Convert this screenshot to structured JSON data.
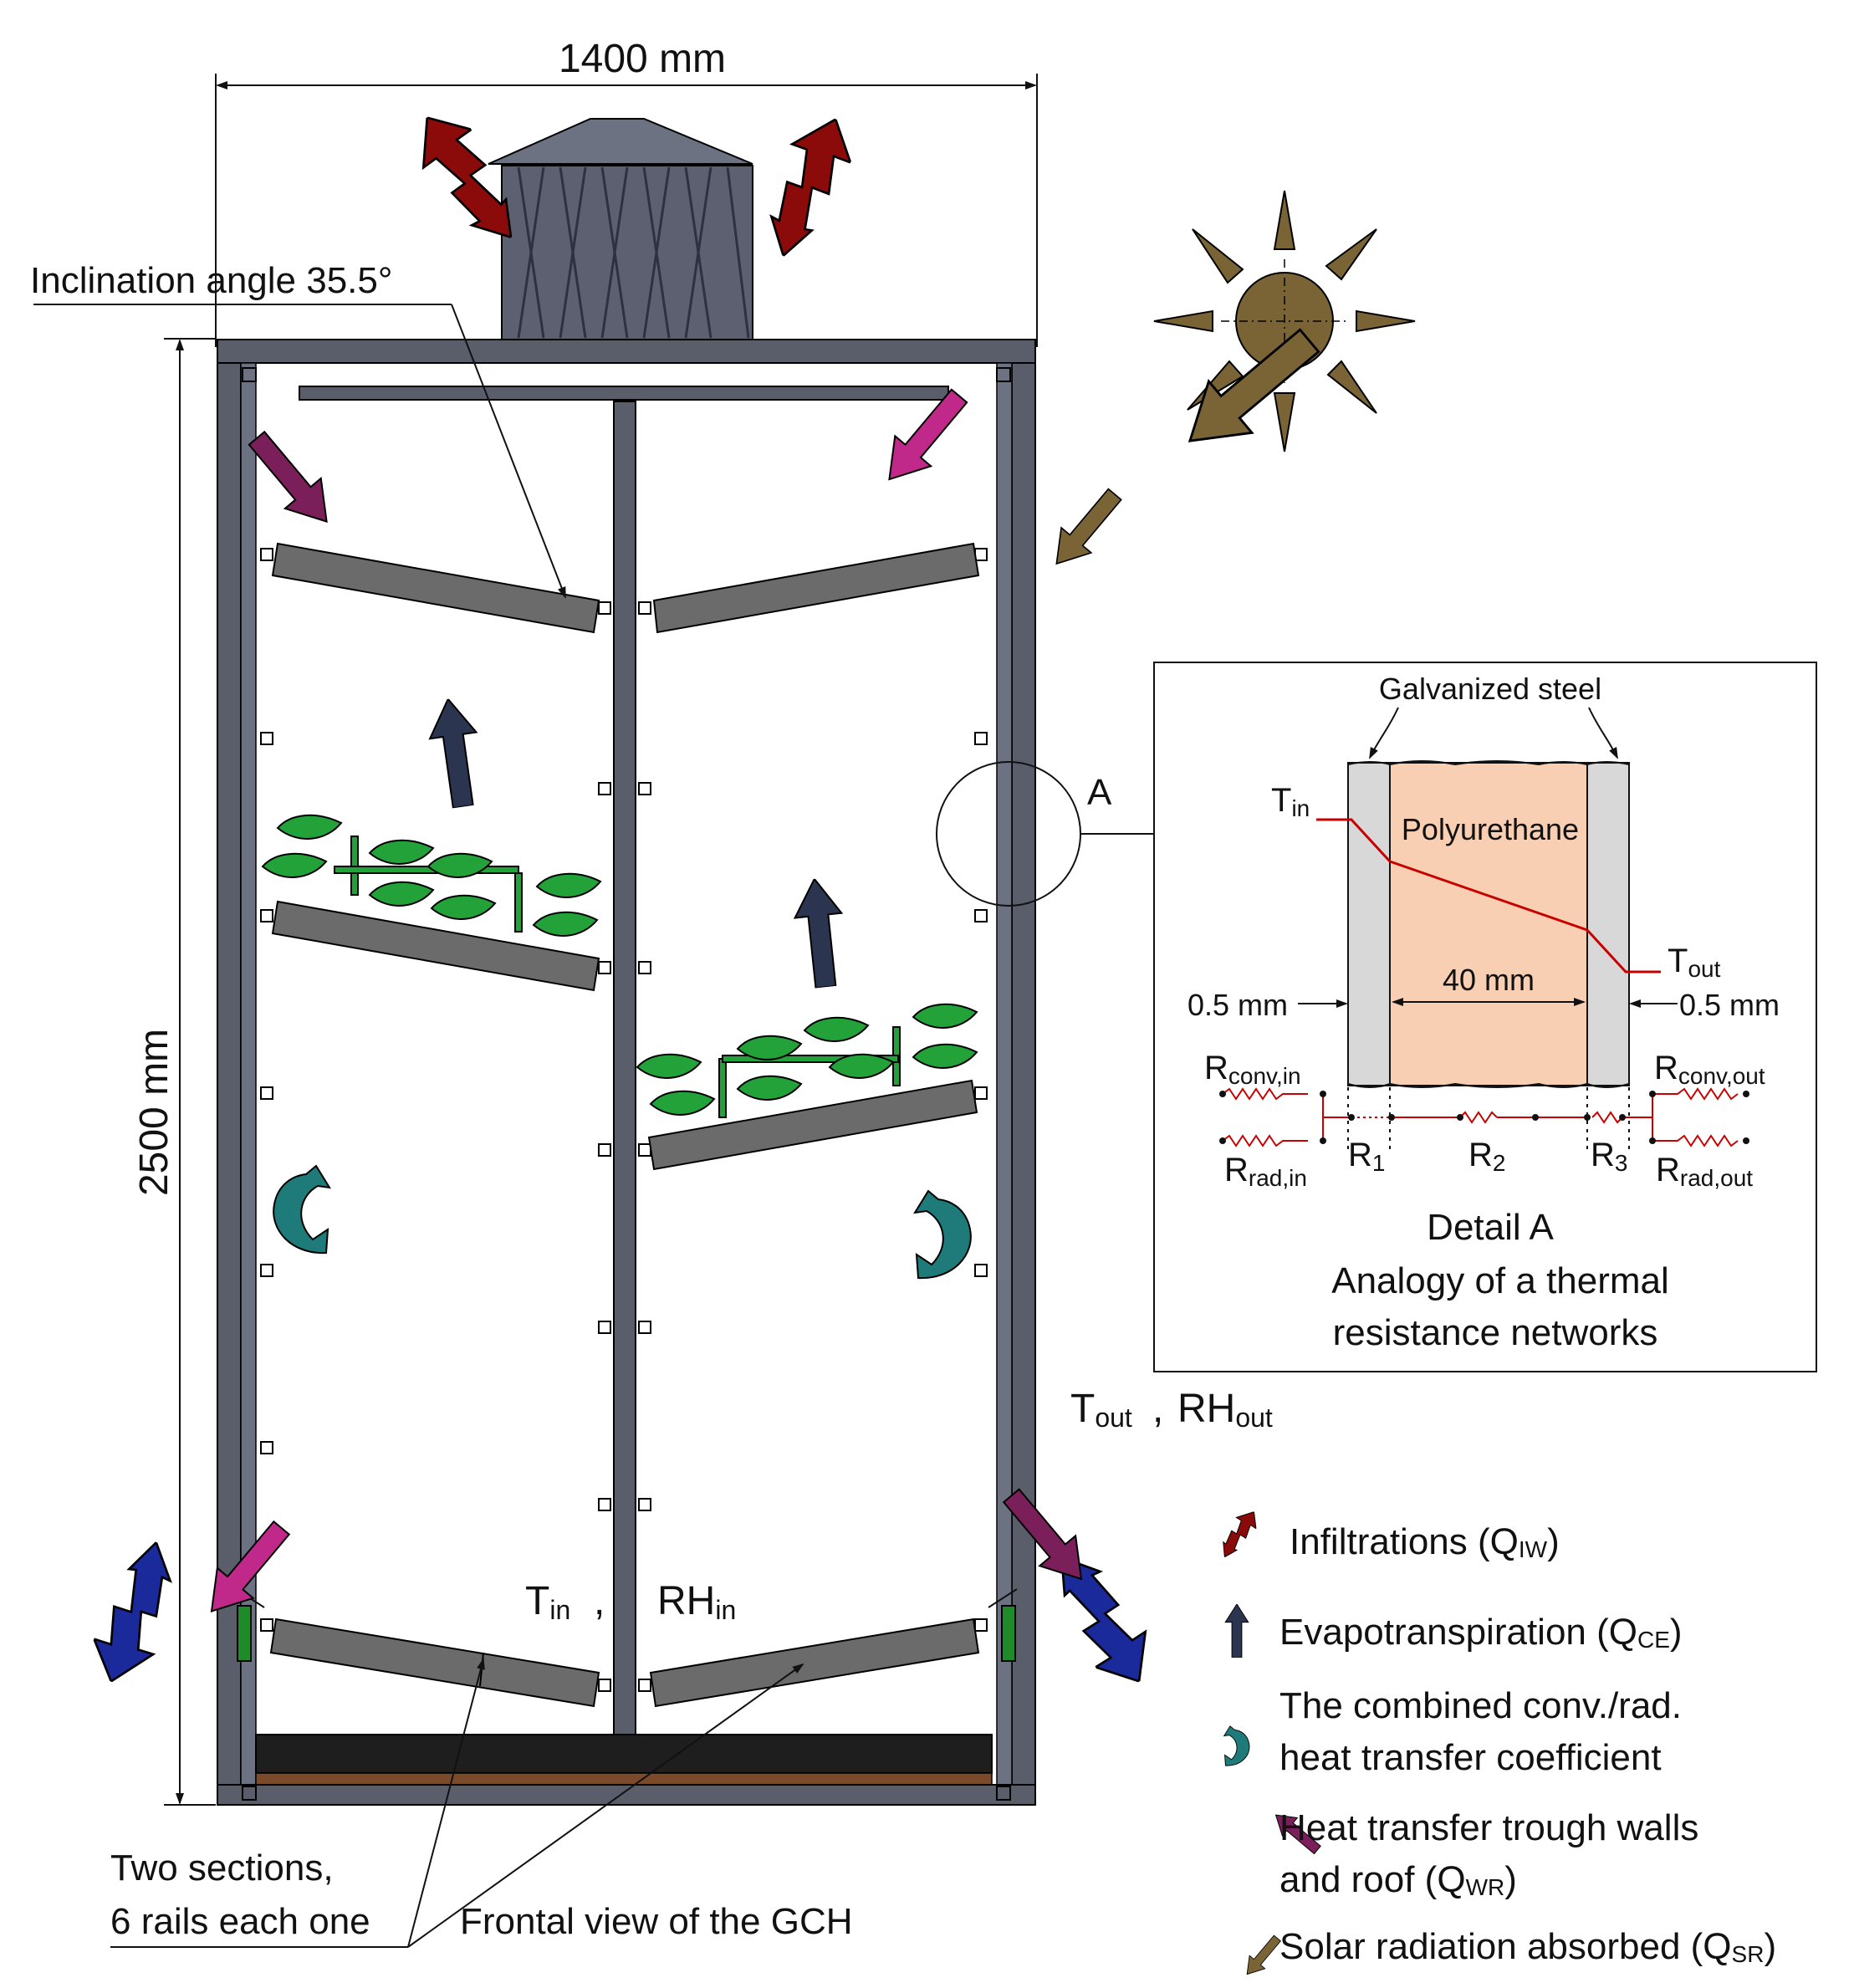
{
  "dimensions": {
    "width_label": "1400 mm",
    "height_label": "2500 mm"
  },
  "callouts": {
    "inclination": "Inclination angle 35.5°",
    "rails_line1": "Two sections,",
    "rails_line2": "6 rails each one",
    "frontal_view": "Frontal view of the GCH",
    "detail_marker": "A"
  },
  "conditions": {
    "t_in_main": "T",
    "t_in_sub": "in",
    "in_sep": ",",
    "rh_in_main": "RH",
    "rh_in_sub": "in",
    "t_out_main": "T",
    "t_out_sub": "out",
    "out_sep": ",",
    "rh_out_main": "RH",
    "rh_out_sub": "out"
  },
  "detail": {
    "steel_label": "Galvanized steel",
    "core_label": "Polyurethane",
    "t_in_main": "T",
    "t_in_sub": "in",
    "t_out_main": "T",
    "t_out_sub": "out",
    "left_thickness": "0.5 mm",
    "core_thickness": "40 mm",
    "right_thickness": "0.5 mm",
    "r_conv_in_main": "R",
    "r_conv_in_sub": "conv,in",
    "r_rad_in_main": "R",
    "r_rad_in_sub": "rad,in",
    "r1_main": "R",
    "r1_sub": "1",
    "r2_main": "R",
    "r2_sub": "2",
    "r3_main": "R",
    "r3_sub": "3",
    "r_conv_out_main": "R",
    "r_conv_out_sub": "conv,out",
    "r_rad_out_main": "R",
    "r_rad_out_sub": "rad,out",
    "caption_title": "Detail A",
    "caption_line1": "Analogy of a thermal",
    "caption_line2": "resistance networks"
  },
  "legend": {
    "infiltrations": {
      "text": "Infiltrations (Q",
      "sub": "IW",
      "close": ")"
    },
    "evapotranspiration": {
      "text": "Evapotranspiration (Q",
      "sub": "CE",
      "close": ")"
    },
    "combined_line1": "The combined conv./rad.",
    "combined_line2": "heat transfer coefficient",
    "walls_line1": "Heat transfer trough walls",
    "walls_line2": {
      "text": "and roof (Q",
      "sub": "WR",
      "close": ")"
    },
    "solar": {
      "text": "Solar radiation absorbed (Q",
      "sub": "SR",
      "close": ")"
    }
  },
  "colors": {
    "frame": "#5a5e6b",
    "rail": "#6b6b6b",
    "infiltration": "#8b0a0a",
    "cold_infiltration": "#1a2a9a",
    "evapo": "#2b3550",
    "combined": "#1f7a7a",
    "walls_in": "#7a1f5a",
    "walls_out": "#c0288a",
    "sun": "#7a6436",
    "leaf": "#23a23a",
    "steel": "#d8d8d8",
    "polyurethane": "#f9cfb4",
    "temp_line": "#c80000"
  }
}
